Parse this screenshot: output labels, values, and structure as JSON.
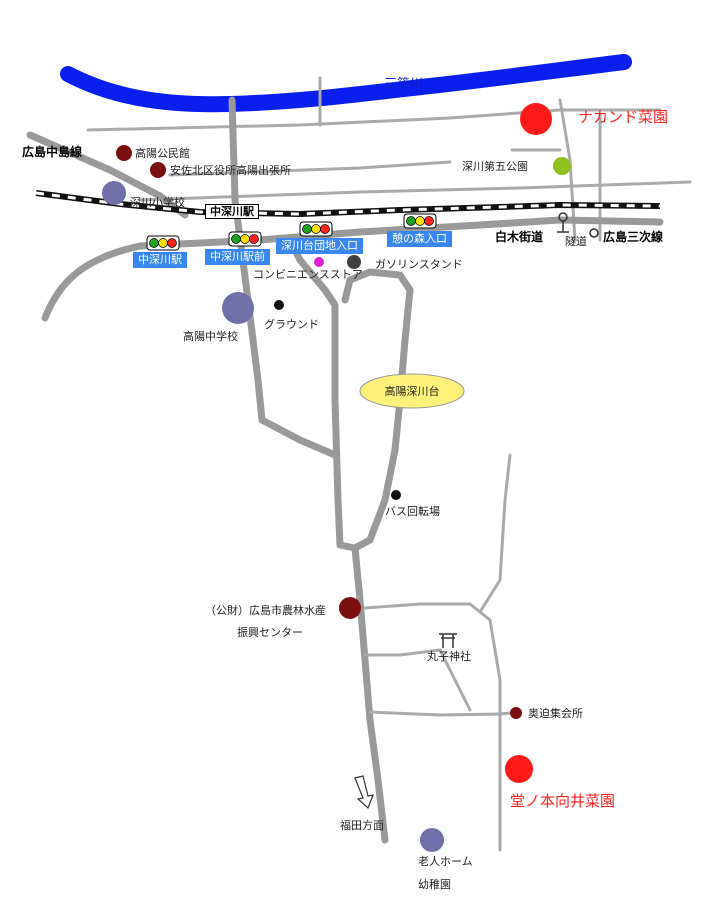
{
  "river": {
    "name": "三篠川",
    "color": "#0a1ef0"
  },
  "colors": {
    "road": "#999999",
    "rail": "#111111",
    "sign": "#3a86f0",
    "garden": "#ff1a1a",
    "institution": "#7a1010",
    "school": "#7070a8",
    "park": "#90c020"
  },
  "roads": {
    "hiroshima_nakashima": "広島中島線",
    "shiraki": "白木街道",
    "hiroshima_miyoshi": "広島三次線"
  },
  "station": {
    "name": "中深川駅"
  },
  "signals": [
    {
      "label": "中深川駅"
    },
    {
      "label": "中深川駅前"
    },
    {
      "label": "深川台団地入口"
    },
    {
      "label": "憩の森入口"
    }
  ],
  "places": {
    "koyo_kominkan": "高陽公民館",
    "asakita_office": "安佐北区役所高陽出張所",
    "fukawa_elementary": "深川小学校",
    "fukawa_park5": "深川第五公園",
    "nakamukai_garden": "ナカンド菜園",
    "tunnel": "隧道",
    "convenience_store": "コンビニエンスストア",
    "gas_station": "ガソリンスタンド",
    "koyo_junior_high": "高陽中学校",
    "ground": "グラウンド",
    "koyo_fukawadai": "高陽深川台",
    "bus_turnaround": "バス回転場",
    "agri_center_line1": "（公財）広島市農林水産",
    "agri_center_line2": "振興センター",
    "maruko_shrine": "丸子神社",
    "okusako_hall": "奥迫集会所",
    "donomoto_garden": "堂ノ本向井菜園",
    "fukuda_direction": "福田方面",
    "nursing_home_line1": "老人ホーム",
    "nursing_home_line2": "幼稚園"
  }
}
